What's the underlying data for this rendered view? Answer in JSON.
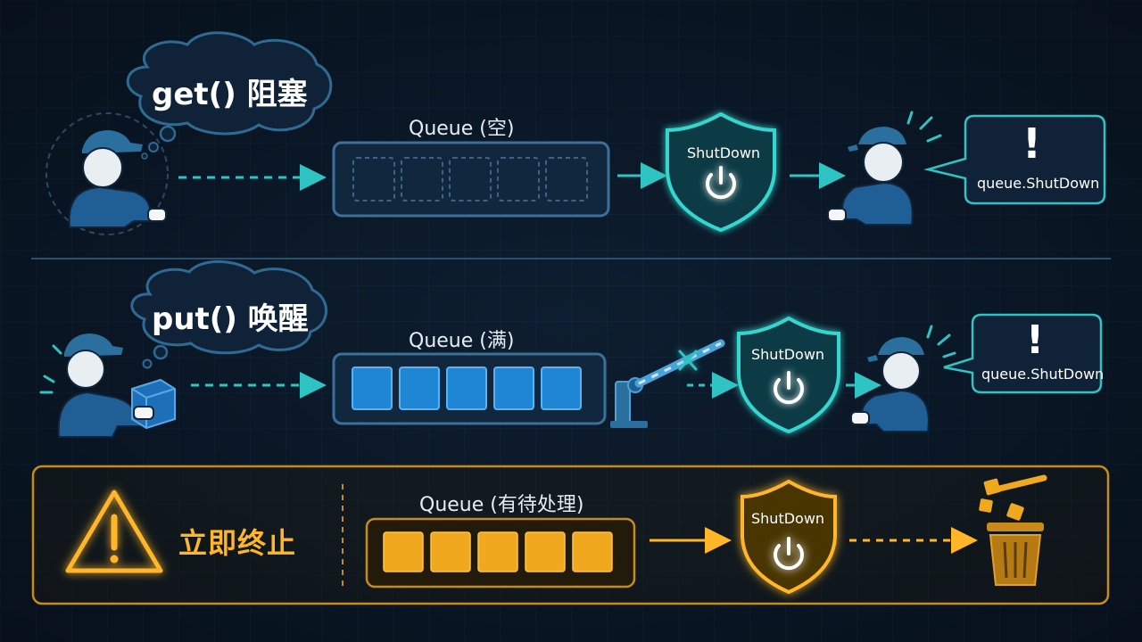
{
  "rows": [
    {
      "bubble": "get() 阻塞",
      "queue_label": "Queue (空)",
      "shield": "ShutDown",
      "callout": "queue.ShutDown",
      "callout_mark": "!"
    },
    {
      "bubble": "put() 唤醒",
      "queue_label": "Queue (满)",
      "shield": "ShutDown",
      "callout": "queue.ShutDown",
      "callout_mark": "!"
    },
    {
      "stop_text": "立即终止",
      "queue_label": "Queue (有待处理)",
      "shield": "ShutDown"
    }
  ],
  "icons": {
    "person": "person-icon",
    "thought_bubble": "thought-bubble-icon",
    "shield": "shield-icon",
    "power": "power-icon",
    "warning": "warning-triangle-icon",
    "trash": "trash-can-icon",
    "barrier": "barrier-gate-icon",
    "package": "package-box-icon",
    "alert": "alert-icon"
  },
  "colors": {
    "background": "#0a1624",
    "teal": "#2fc4c4",
    "blue_block": "#1f86d6",
    "amber": "#ffb629",
    "amber_block": "#f0a81e",
    "person_blue": "#1f5f96"
  }
}
